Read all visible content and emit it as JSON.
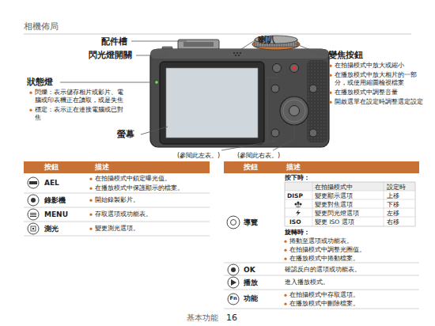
{
  "diagram": {
    "title": "相機佈局",
    "labels": [
      "配件槽",
      "閃光燈開關",
      "喇叭",
      "狀態燈",
      "閃爍：表示儲存相片或影片、電腦或印表機正在讀取，或是失焦",
      "穩定：表示正在連接電腦或已對焦",
      "變焦按鈕",
      "在拍攝模式中放大或縮小",
      "在播放模式中放大相片的一部分，或使用縮圖檢視檔案",
      "在播放模式中調整音量",
      "開啟選單在設定時調整選定設定",
      "螢幕",
      "(參閱此左表。)",
      "(參閱此右表。)",
      "按鈕",
      "描述",
      "AEL",
      "在拍攝模式中鎖定曝光值。",
      "在播放模式中保護顯示的檔案。",
      "錄影機",
      "開始錄製影片。",
      "MENU",
      "存取選項或功能表。",
      "測光",
      "變更測光選項。",
      "按鈕",
      "描述",
      "按下時：",
      "在拍攝模式中",
      "設定時",
      "DISP",
      "變更顯示選項",
      "上移",
      "變更對焦選項",
      "下移",
      "變更閃光燈選項",
      "左移",
      "ISO",
      "變更 ISO 選項",
      "右移",
      "導覽",
      "旋轉時：",
      "捲動至選項或功能表。",
      "在拍攝模式中調整光圈值。",
      "在播放模式中捲動檔案。",
      "OK",
      "確認反白的選項或功能表。",
      "播放",
      "進入播放模式。",
      "功能",
      "在拍攝模式中存取選項。",
      "在播放模式中刪除檔案。",
      "Fn",
      "基本功能",
      "16"
    ]
  }
}
